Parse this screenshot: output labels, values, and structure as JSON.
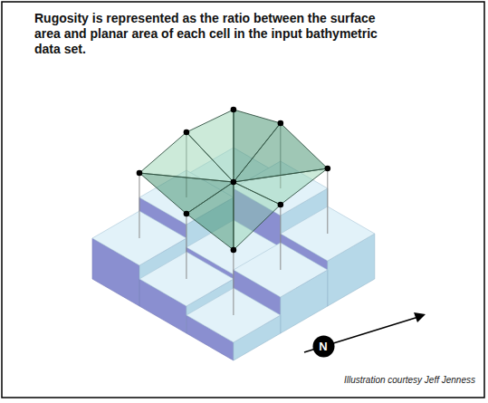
{
  "diagram": {
    "title": "Rugosity is represented as the ratio between the surface area and planar area of each cell in the input bathymetric data set.",
    "caption": "Illustration courtesy Jeff Jenness",
    "nodes": [
      {
        "text": [
          "N"
        ]
      }
    ]
  }
}
